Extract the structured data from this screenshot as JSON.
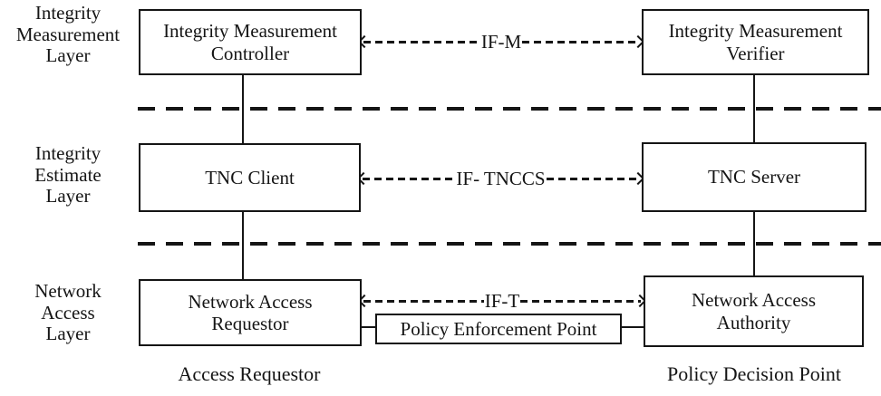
{
  "layers": [
    {
      "label": "Integrity\nMeasurement\nLayer"
    },
    {
      "label": "Integrity\nEstimate\nLayer"
    },
    {
      "label": "Network\nAccess\nLayer"
    }
  ],
  "boxes": {
    "integrity_measurement_controller": "Integrity Measurement\nController",
    "integrity_measurement_verifier": "Integrity Measurement\nVerifier",
    "tnc_client": "TNC Client",
    "tnc_server": "TNC Server",
    "network_access_requestor": "Network Access\nRequestor",
    "network_access_authority": "Network Access\nAuthority",
    "policy_enforcement_point": "Policy Enforcement Point"
  },
  "interfaces": {
    "if_m": "IF-M",
    "if_tnccs": "IF- TNCCS",
    "if_t": "IF-T"
  },
  "footers": {
    "access_requestor": "Access Requestor",
    "policy_decision_point": "Policy Decision Point"
  },
  "colors": {
    "ink": "#151515",
    "background": "#ffffff"
  }
}
